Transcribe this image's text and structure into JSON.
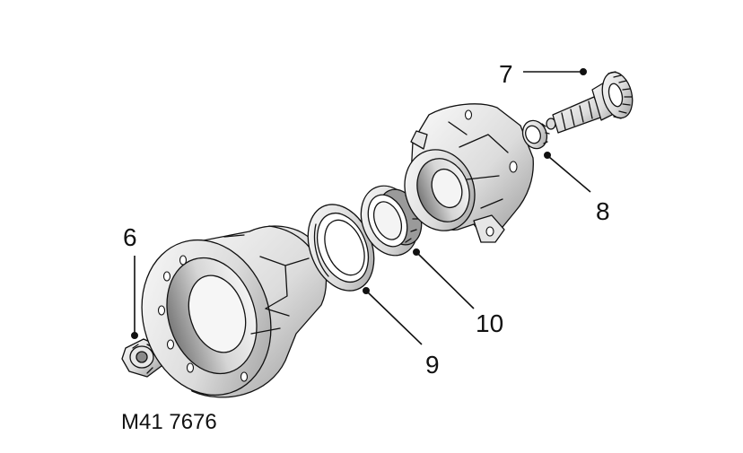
{
  "figure_code": "M41 7676",
  "callouts": [
    {
      "id": "6",
      "text": "6"
    },
    {
      "id": "7",
      "text": "7"
    },
    {
      "id": "8",
      "text": "8"
    },
    {
      "id": "9",
      "text": "9"
    },
    {
      "id": "10",
      "text": "10"
    }
  ],
  "colors": {
    "ink": "#111111",
    "metal_light": "#f2f2f2",
    "metal_mid": "#cfcfcf",
    "metal_dark": "#8a8a8a"
  }
}
